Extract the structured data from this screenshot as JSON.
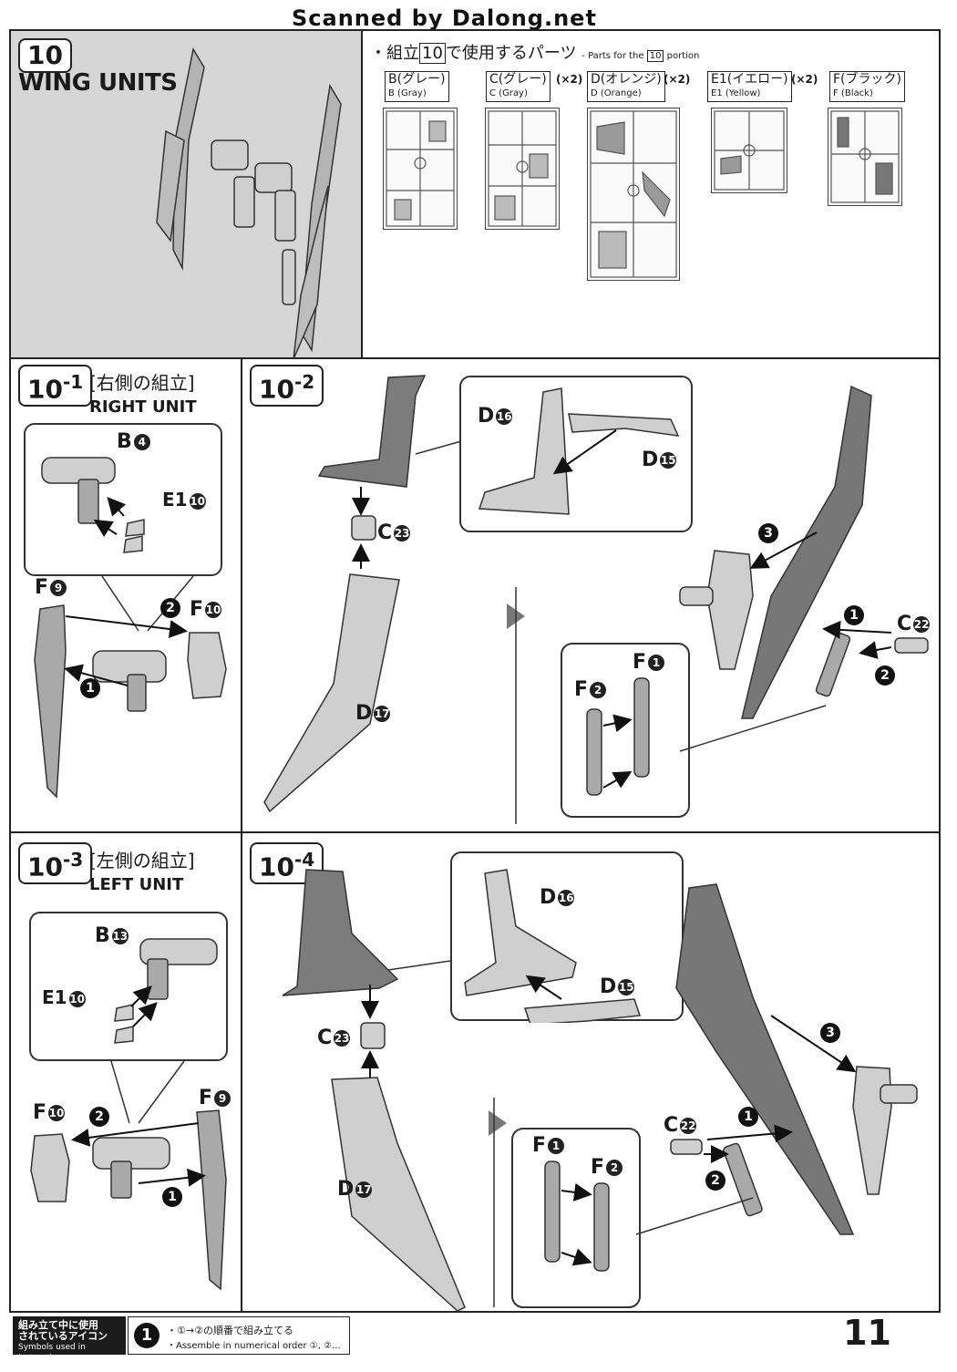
{
  "watermark": "Scanned by Dalong.net",
  "step10": {
    "badge": "10",
    "title": "WING UNITS"
  },
  "parts_used": {
    "jp_prefix": "・組立",
    "jp_step": "10",
    "jp_suffix": "で使用するパーツ",
    "en_prefix": "- Parts for the",
    "en_step": "10",
    "en_suffix": "portion",
    "runners": [
      {
        "jp": "B(グレー)",
        "en": "B (Gray)",
        "mult": ""
      },
      {
        "jp": "C(グレー)",
        "en": "C (Gray)",
        "mult": "(×2)"
      },
      {
        "jp": "D(オレンジ)",
        "en": "D (Orange)",
        "mult": "(×2)"
      },
      {
        "jp": "E1(イエロー)",
        "en": "E1 (Yellow)",
        "mult": "(×2)"
      },
      {
        "jp": "F(ブラック)",
        "en": "F (Black)",
        "mult": ""
      }
    ]
  },
  "step10_1": {
    "badge": "10",
    "sub": "-1",
    "jp": "[右側の組立]",
    "en": "RIGHT UNIT",
    "labels": {
      "b": "B",
      "b_num": "4",
      "e1": "E1",
      "e1_num": "10",
      "f9": "F",
      "f9_num": "9",
      "f10": "F",
      "f10_num": "10"
    }
  },
  "step10_2": {
    "badge": "10",
    "sub": "-2",
    "labels": {
      "d16": "D",
      "d16_num": "16",
      "d15": "D",
      "d15_num": "15",
      "c23": "C",
      "c23_num": "23",
      "d17": "D",
      "d17_num": "17",
      "c22": "C",
      "c22_num": "22",
      "f1": "F",
      "f1_num": "1",
      "f2": "F",
      "f2_num": "2"
    }
  },
  "step10_3": {
    "badge": "10",
    "sub": "-3",
    "jp": "[左側の組立]",
    "en": "LEFT UNIT",
    "labels": {
      "b": "B",
      "b_num": "13",
      "e1": "E1",
      "e1_num": "10",
      "f9": "F",
      "f9_num": "9",
      "f10": "F",
      "f10_num": "10"
    }
  },
  "step10_4": {
    "badge": "10",
    "sub": "-4",
    "labels": {
      "d16": "D",
      "d16_num": "16",
      "d15": "D",
      "d15_num": "15",
      "c23": "C",
      "c23_num": "23",
      "d17": "D",
      "d17_num": "17",
      "c22": "C",
      "c22_num": "22",
      "f1": "F",
      "f1_num": "1",
      "f2": "F",
      "f2_num": "2"
    }
  },
  "sequence": [
    "1",
    "2",
    "3"
  ],
  "footer": {
    "jp1": "組み立て中に使用",
    "jp2": "されているアイコン",
    "en": "Symbols used in instructions",
    "icon_num": "1",
    "icon_jp": "・①→②の順番で組み立てる",
    "icon_en": "・Assemble in numerical order ①, ②..."
  },
  "page_number": "11"
}
